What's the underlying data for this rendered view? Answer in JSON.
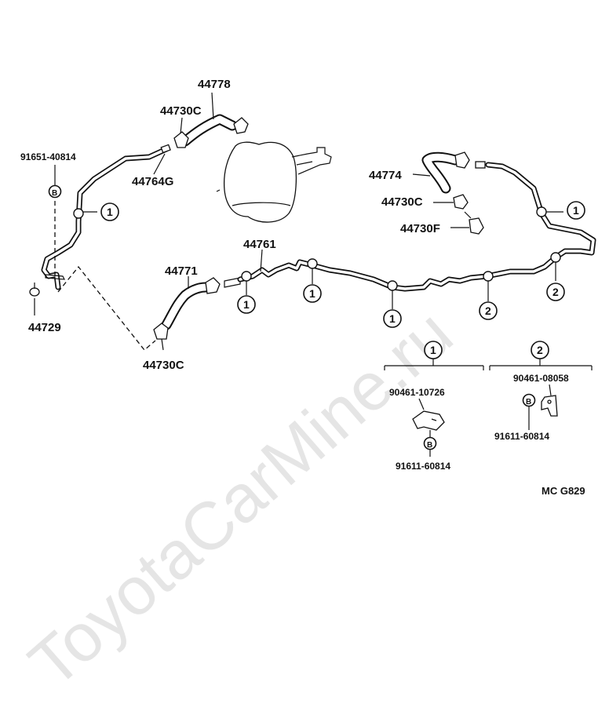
{
  "watermark": "ToyotaCarMine.ru",
  "code": "MC  G829",
  "labels": {
    "p44778": "44778",
    "p44730c_top": "44730C",
    "p91651": "91651-40814",
    "p44764g": "44764G",
    "p44774": "44774",
    "p44730c_mid": "44730C",
    "p44730f": "44730F",
    "p44761": "44761",
    "p44771": "44771",
    "p44729": "44729",
    "p44730c_bot": "44730C"
  },
  "markers": {
    "one": "1",
    "two": "2",
    "bolt": "B"
  },
  "details": {
    "group1": {
      "marker": "1",
      "clamp": "90461-10726",
      "bolt": "91611-60814"
    },
    "group2": {
      "marker": "2",
      "clamp": "90461-08058",
      "bolt": "91611-60814"
    }
  }
}
